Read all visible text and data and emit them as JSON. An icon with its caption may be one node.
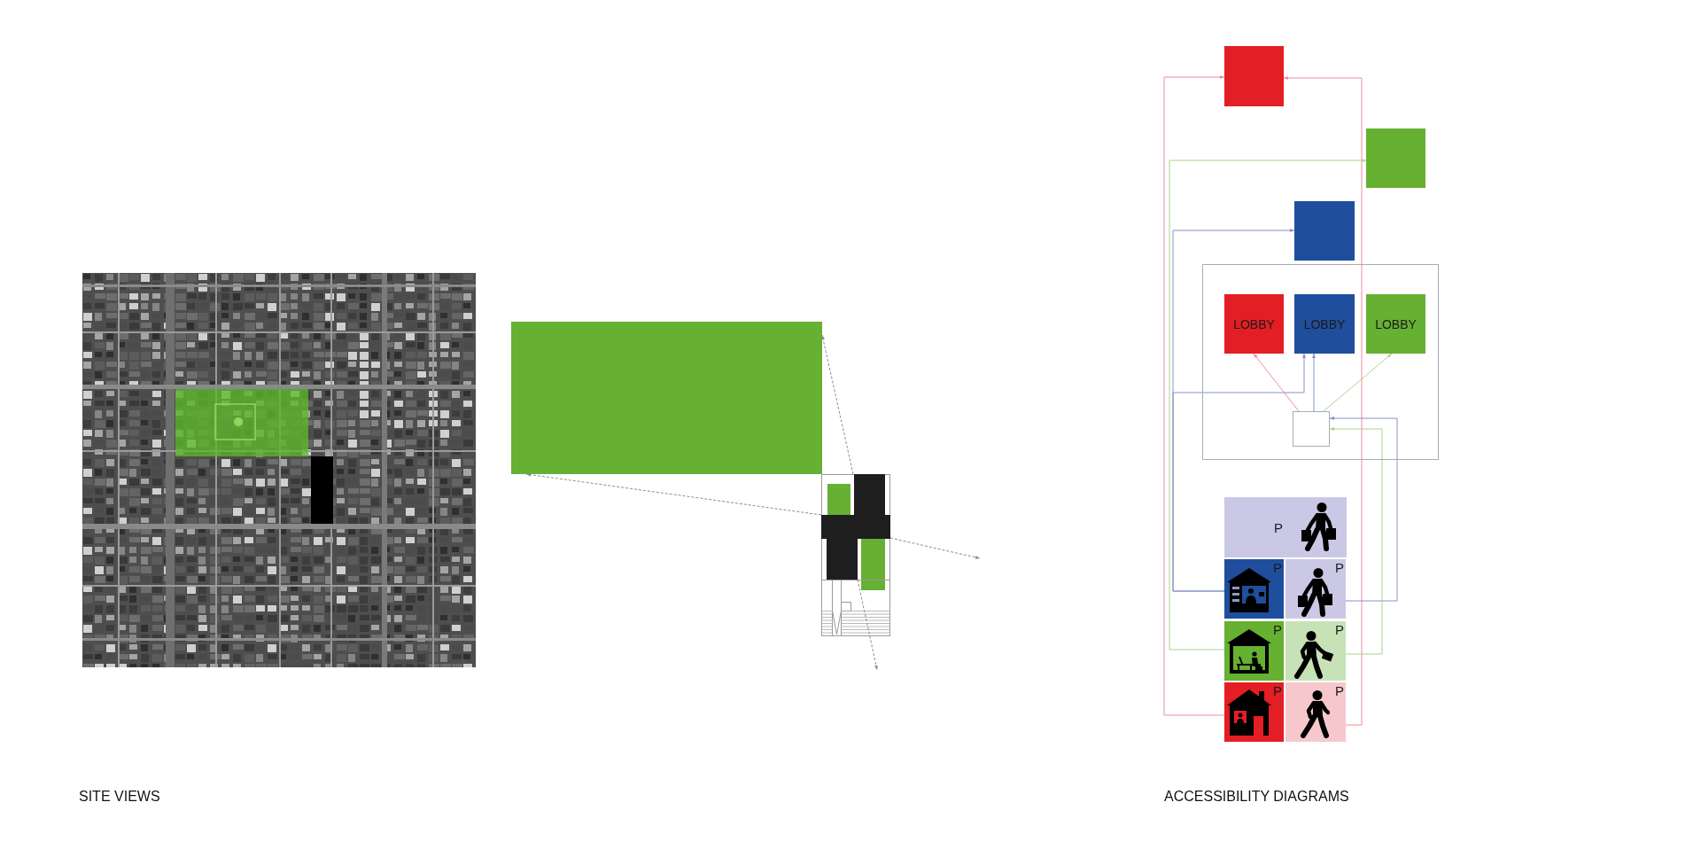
{
  "diagram": {
    "nodes": [
      {
        "text": [],
        "shape": "box"
      },
      {
        "text": [],
        "shape": "picture"
      },
      {
        "text": [],
        "shape": "box"
      },
      {
        "text": [],
        "shape": "box"
      },
      {
        "text": [],
        "shape": "box"
      },
      {
        "text": [],
        "shape": "box"
      },
      {
        "text": [
          "LOBBY"
        ],
        "in": 5
      },
      {
        "text": [
          "LOBBY"
        ],
        "in": 5
      },
      {
        "text": [
          "LOBBY"
        ],
        "in": 5
      },
      {
        "text": [],
        "shape": "box",
        "in": 5
      },
      {
        "text": [
          "P"
        ]
      },
      {
        "text": [
          "P"
        ]
      },
      {
        "text": [
          "P"
        ]
      },
      {
        "text": [
          "P"
        ]
      },
      {
        "text": [
          "P"
        ]
      },
      {
        "text": [
          "P"
        ]
      },
      {
        "text": [
          "P"
        ]
      }
    ],
    "edges": [
      {
        "from": 1,
        "to": 0,
        "arrow": "to",
        "style": "dashed",
        "color": "#8c8c8c"
      },
      {
        "from": 1,
        "to": 0,
        "arrow": "to",
        "style": "dashed",
        "color": "#8c8c8c"
      },
      {
        "from": 1,
        "to": null,
        "arrow": "to",
        "style": "dashed",
        "color": "#8c8c8c"
      },
      {
        "from": 1,
        "to": null,
        "arrow": "to",
        "style": "dashed",
        "color": "#8c8c8c"
      },
      {
        "from": 15,
        "to": 2,
        "arrow": "to",
        "color": "#ec8f99"
      },
      {
        "from": 16,
        "to": 2,
        "arrow": "to",
        "color": "#ec8f99"
      },
      {
        "from": 13,
        "to": 3,
        "arrow": "to",
        "color": "#a9d48a"
      },
      {
        "from": 11,
        "to": 4,
        "arrow": "to",
        "color": "#8593c7"
      },
      {
        "from": 11,
        "to": 7,
        "arrow": "to",
        "color": "#8593c7"
      },
      {
        "from": 9,
        "to": 6,
        "arrow": "to",
        "color": "#ec8f99"
      },
      {
        "from": 9,
        "to": 7,
        "arrow": "to",
        "color": "#8593c7"
      },
      {
        "from": 9,
        "to": 8,
        "arrow": "to",
        "color": "#a9d48a"
      },
      {
        "from": 12,
        "to": 9,
        "arrow": "to",
        "color": "#8593c7"
      },
      {
        "from": 14,
        "to": 9,
        "arrow": "to",
        "color": "#a9d48a"
      }
    ],
    "labels": [
      "SITE VIEWS",
      "ACCESSIBILITY DIAGRAMS"
    ]
  }
}
